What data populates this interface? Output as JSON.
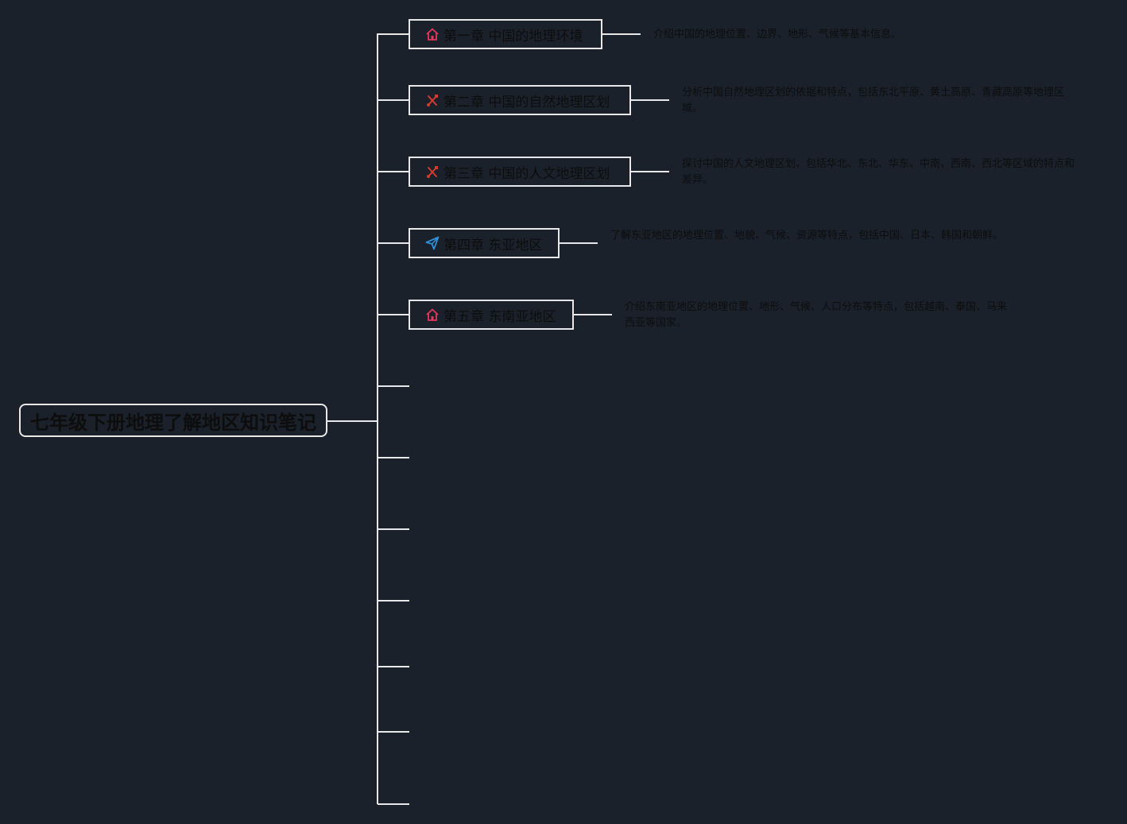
{
  "mindmap": {
    "root": {
      "title": "七年级下册地理了解地区知识笔记"
    },
    "branches": [
      {
        "label": "第一章 中国的地理环境",
        "icon": "home-icon",
        "icon_color": "#e8365d",
        "note": "介绍中国的地理位置、边界、地形、气候等基本信息。"
      },
      {
        "label": "第二章 中国的自然地理区划",
        "icon": "tools-icon",
        "icon_color": "#d63a2f",
        "note": "分析中国自然地理区划的依据和特点，包括东北平原、黄土高原、青藏高原等地理区域。"
      },
      {
        "label": "第三章 中国的人文地理区划",
        "icon": "tools-icon",
        "icon_color": "#d63a2f",
        "note": "探讨中国的人文地理区划，包括华北、东北、华东、中南、西南、西北等区域的特点和差异。"
      },
      {
        "label": "第四章 东亚地区",
        "icon": "send-icon",
        "icon_color": "#2f8fd6",
        "note": "了解东亚地区的地理位置、地貌、气候、资源等特点，包括中国、日本、韩国和朝鲜。"
      },
      {
        "label": "第五章 东南亚地区",
        "icon": "home-icon",
        "icon_color": "#e8365d",
        "note": "介绍东南亚地区的地理位置、地形、气候、人口分布等特点，包括越南、泰国、马来西亚等国家。"
      }
    ],
    "empty_branch_count": 7,
    "colors": {
      "background": "#1b212b",
      "line": "#e8e8e8",
      "text": "#0d0d0d"
    }
  }
}
